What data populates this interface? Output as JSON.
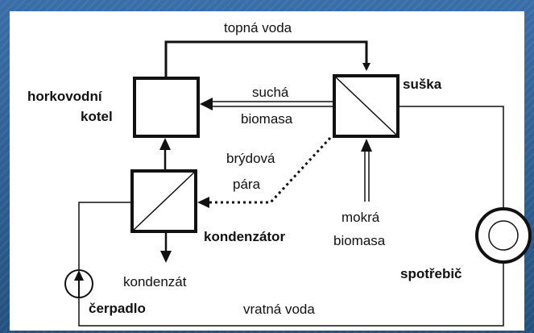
{
  "labels": {
    "topna_voda": "topná voda",
    "horkovodni": "horkovodní",
    "kotel": "kotel",
    "sucha": "suchá",
    "biomasa": "biomasa",
    "suska": "suška",
    "brydova": "brýdová",
    "para": "pára",
    "kondenzator": "kondenzátor",
    "mokra": "mokrá",
    "biomasa2": "biomasa",
    "kondenzat": "kondenzát",
    "spotrebic": "spotřebič",
    "cerpadlo": "čerpadlo",
    "vratna_voda": "vratná voda"
  },
  "colors": {
    "background": "#2f5f96",
    "panel": "#ffffff",
    "ink": "#111111"
  }
}
